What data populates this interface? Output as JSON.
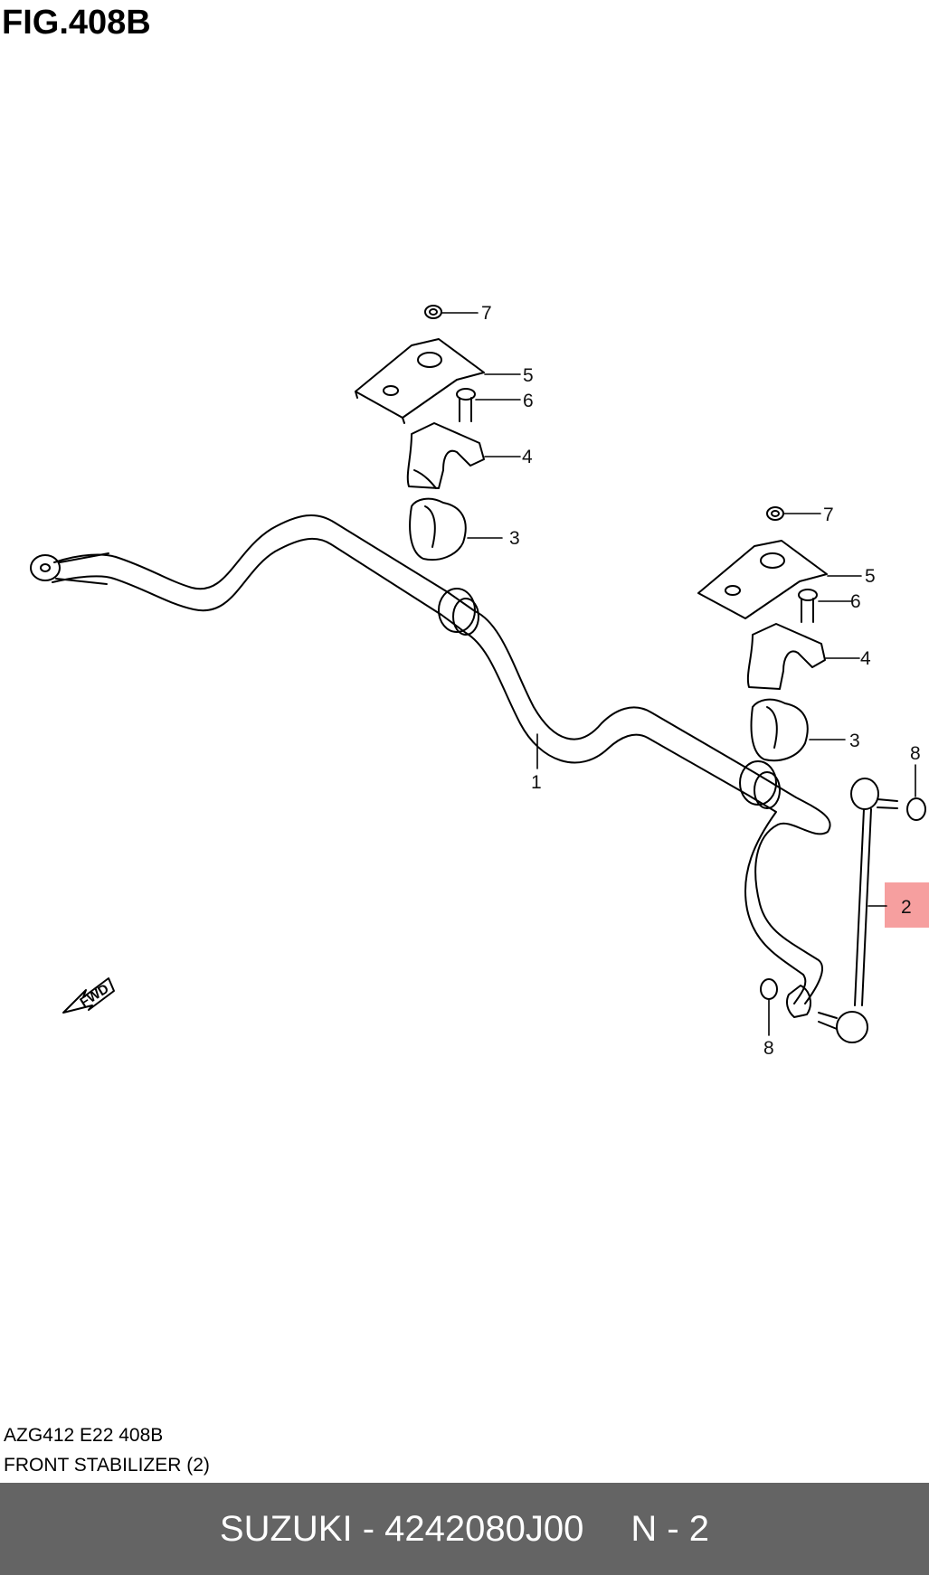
{
  "figure": {
    "title": "FIG.408B"
  },
  "callouts": {
    "n1": "1",
    "n2": "2",
    "n3a": "3",
    "n3b": "3",
    "n4a": "4",
    "n4b": "4",
    "n5a": "5",
    "n5b": "5",
    "n6a": "6",
    "n6b": "6",
    "n7a": "7",
    "n7b": "7",
    "n8a": "8",
    "n8b": "8",
    "fwd": "FWD"
  },
  "highlight": {
    "part_number": "2",
    "color": "#f59a9a"
  },
  "caption": {
    "code": "AZG412 E22 408B",
    "name": "FRONT STABILIZER (2)"
  },
  "footer": {
    "brand_part": "SUZUKI - 4242080J00",
    "quantity": "N - 2",
    "background": "#646464"
  }
}
